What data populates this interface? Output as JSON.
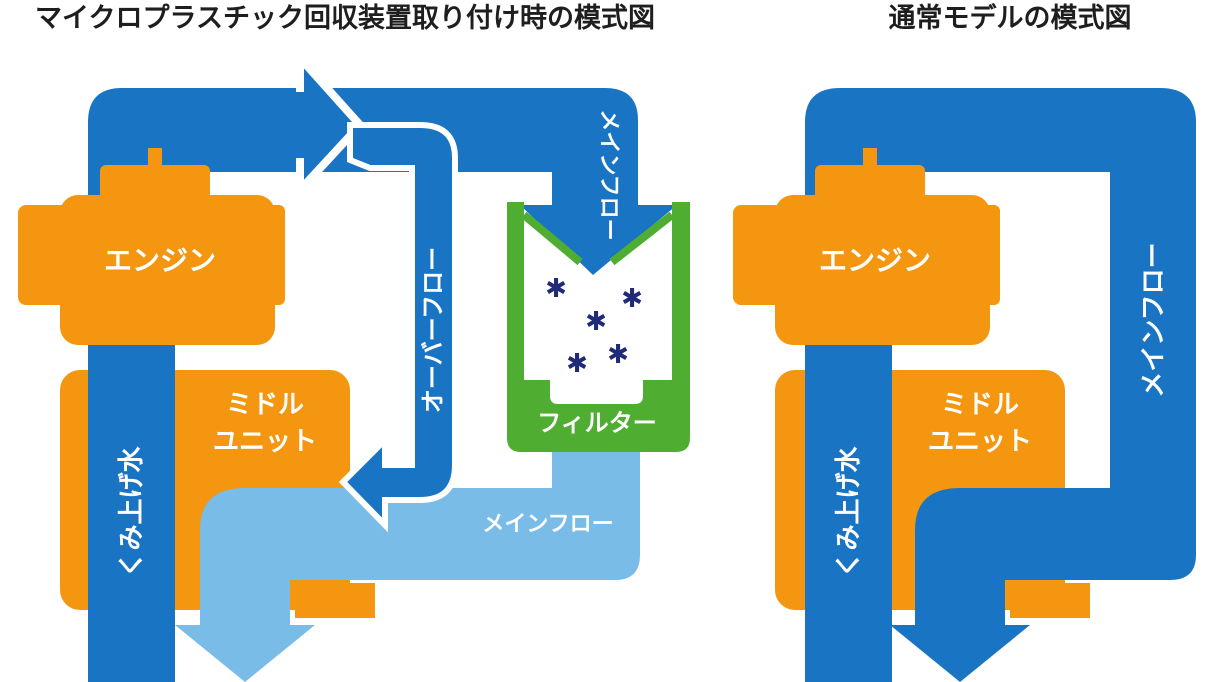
{
  "left_diagram": {
    "title": "マイクロプラスチック回収装置取り付け時の模式図",
    "engine_label": "エンジン",
    "middle_unit_line1": "ミドル",
    "middle_unit_line2": "ユニット",
    "intake_label": "くみ上げ水",
    "overflow_label": "オーバーフロー",
    "mainflow_top_label": "メインフロー",
    "filter_label": "フィルター",
    "mainflow_bottom_label": "メインフロー"
  },
  "right_diagram": {
    "title": "通常モデルの模式図",
    "engine_label": "エンジン",
    "middle_unit_line1": "ミドル",
    "middle_unit_line2": "ユニット",
    "intake_label": "くみ上げ水",
    "mainflow_label": "メインフロー"
  },
  "colors": {
    "water_blue": "#1a74c4",
    "light_blue": "#79bce8",
    "engine_orange": "#f4960f",
    "filter_green": "#4fae32",
    "particle_navy": "#1f2a78"
  }
}
